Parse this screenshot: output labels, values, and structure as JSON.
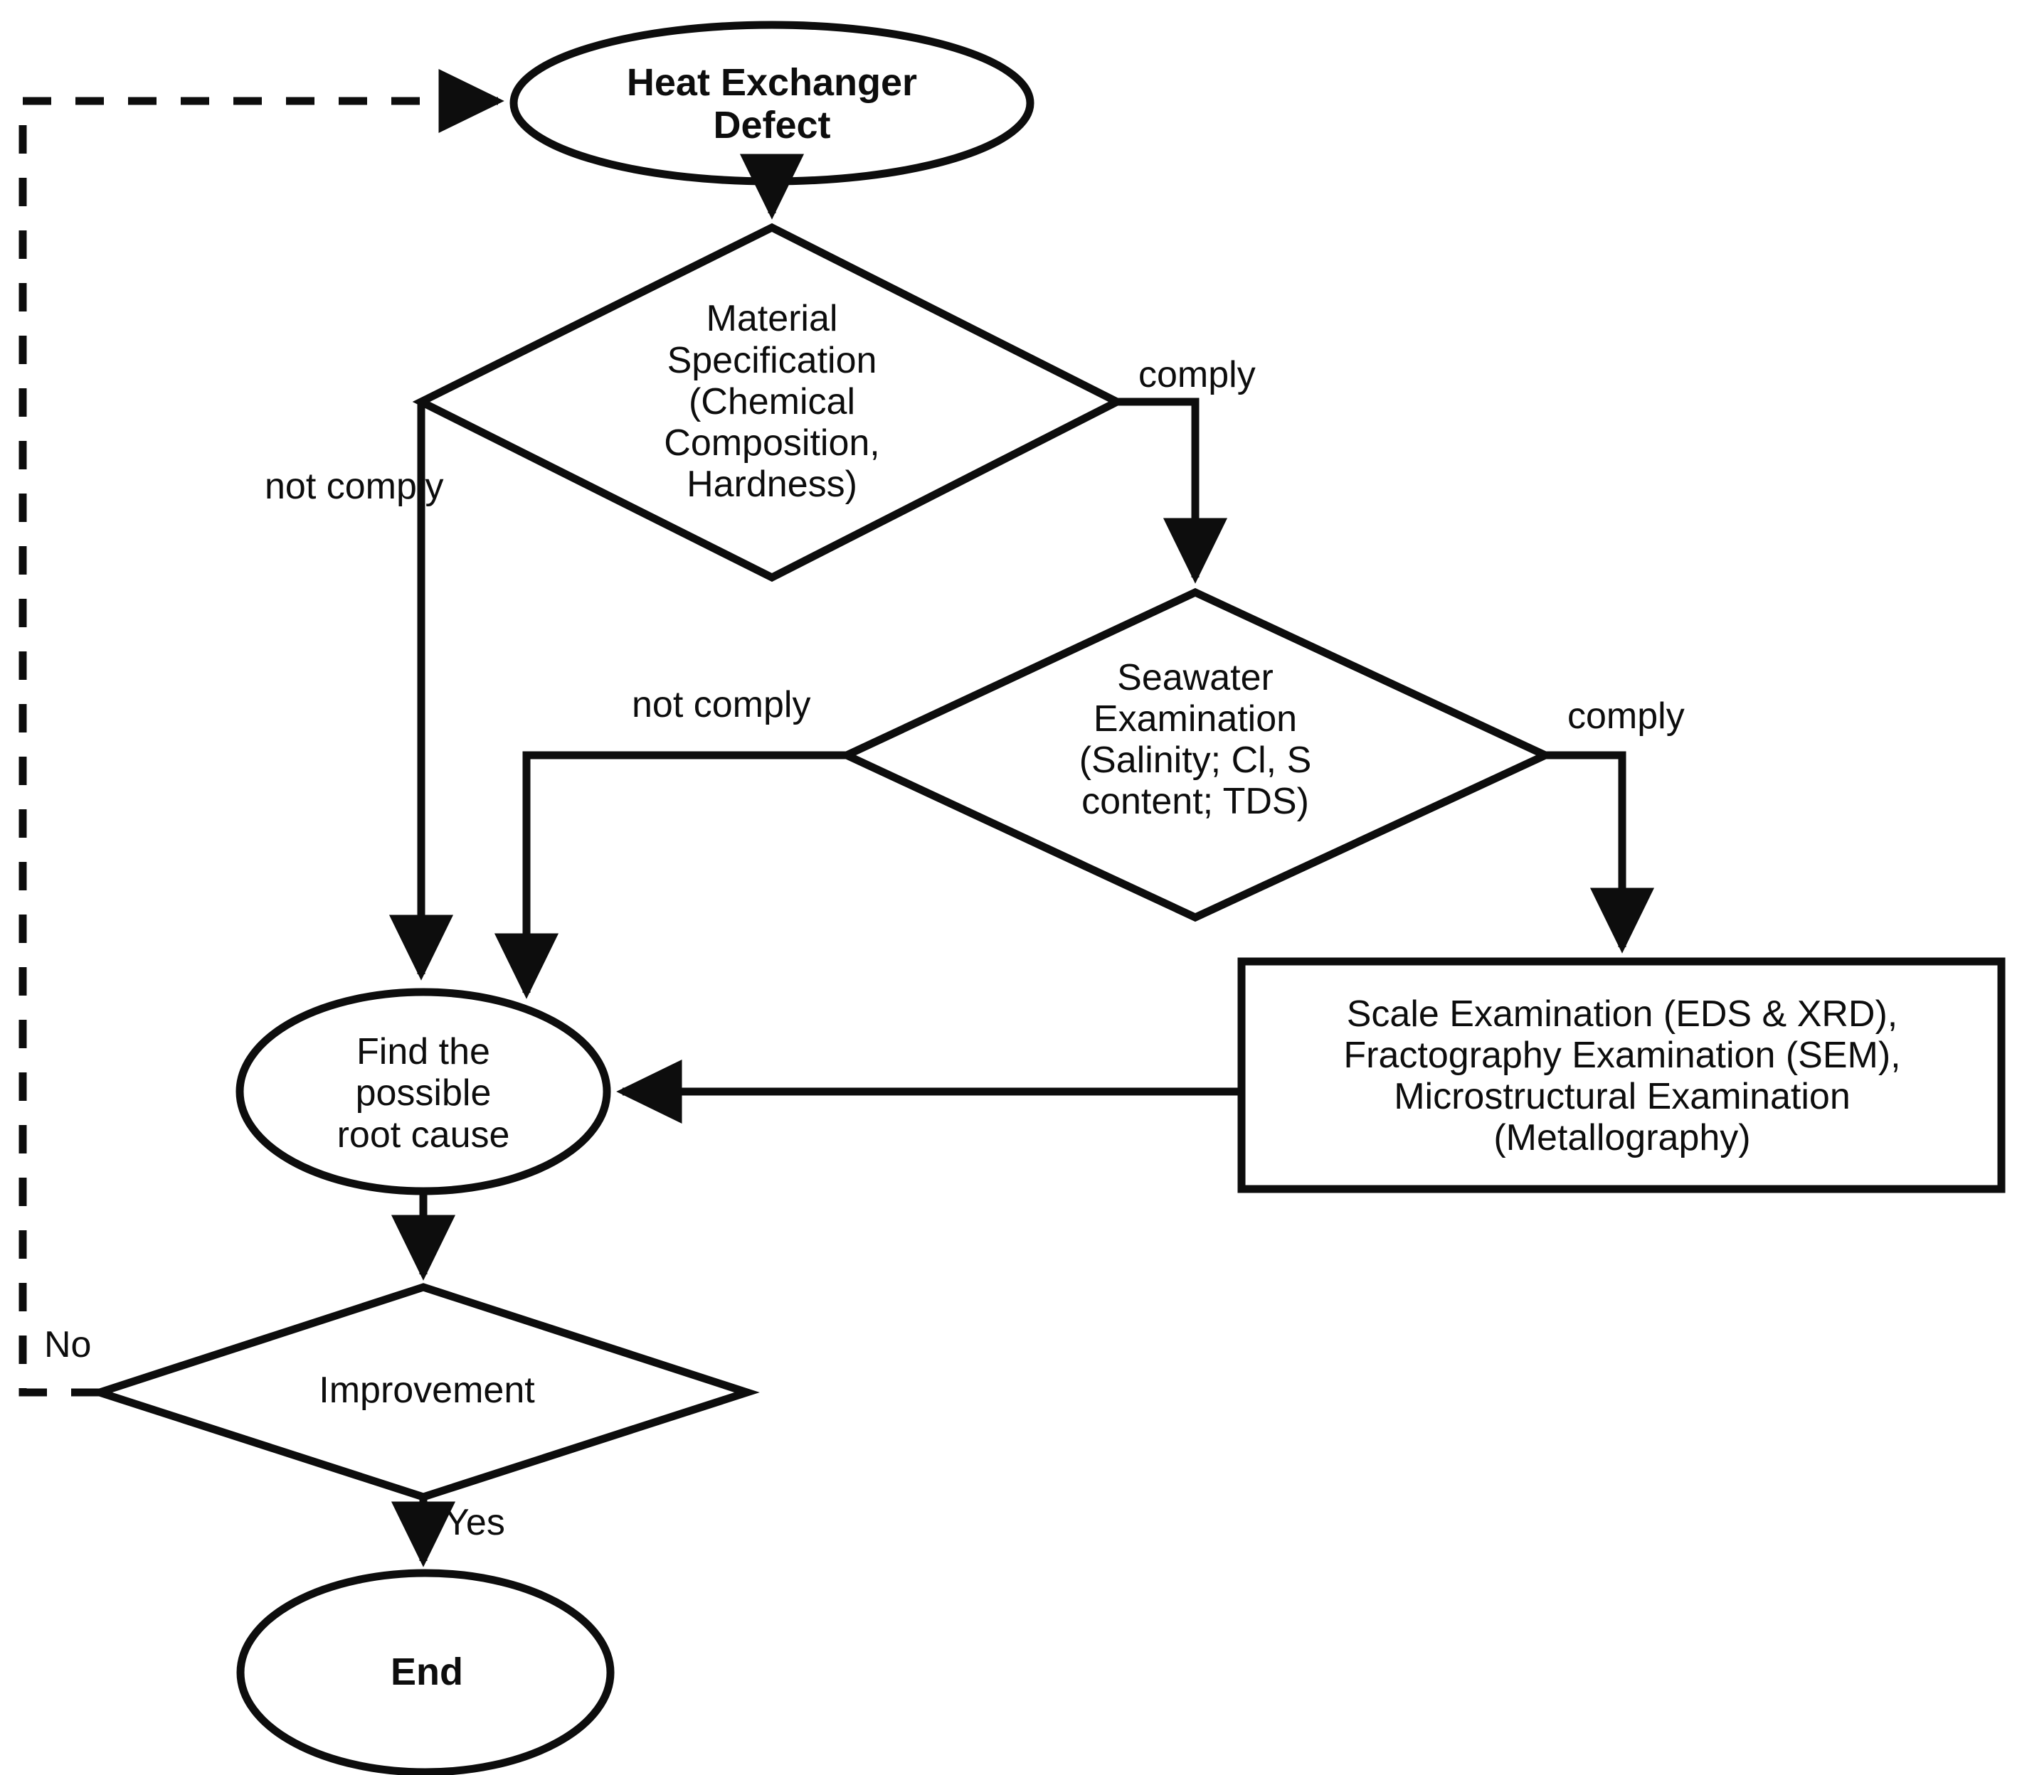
{
  "diagram": {
    "title": "Heat Exchanger Defect Root Cause Analysis Flowchart",
    "stroke_color": "#0d0d0d",
    "background_color": "#ffffff",
    "nodes": {
      "start": {
        "label": "Heat Exchanger\nDefect",
        "shape": "ellipse"
      },
      "material_spec": {
        "label": "Material\nSpecification\n(Chemical\nComposition,\nHardness)",
        "shape": "diamond"
      },
      "seawater_exam": {
        "label": "Seawater\nExamination\n(Salinity; Cl, S\ncontent; TDS)",
        "shape": "diamond"
      },
      "lab_examination": {
        "label": "Scale Examination (EDS & XRD),\nFractography Examination (SEM),\nMicrostructural Examination\n(Metallography)",
        "shape": "rectangle"
      },
      "root_cause": {
        "label": "Find the\npossible\nroot cause",
        "shape": "ellipse"
      },
      "improvement": {
        "label": "Improvement",
        "shape": "diamond"
      },
      "end": {
        "label": "End",
        "shape": "ellipse"
      }
    },
    "edge_labels": {
      "material_not_comply": "not\ncomply",
      "material_comply": "comply",
      "seawater_not_comply": "not comply",
      "seawater_comply": "comply",
      "improvement_no": "No",
      "improvement_yes": "Yes"
    }
  }
}
